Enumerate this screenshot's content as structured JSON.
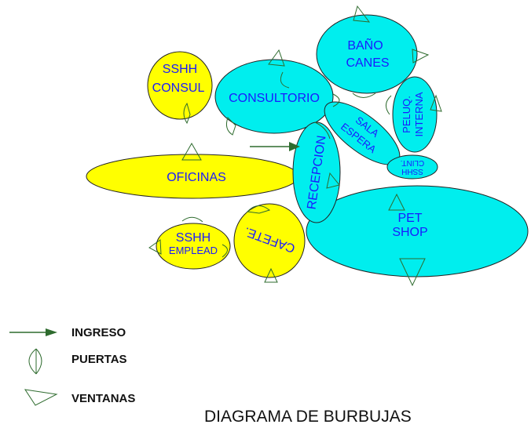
{
  "colors": {
    "yellow_bubble": "#ffff00",
    "cyan_bubble": "#00eeee",
    "label_text": "#1a1aff",
    "symbol": "#2e6b2e"
  },
  "bubbles": {
    "sshh_consul": [
      "SSHH",
      "CONSUL"
    ],
    "consultorio": [
      "CONSULTORIO"
    ],
    "bano_canes": [
      "BAÑO",
      "CANES"
    ],
    "peluq_interna": [
      "PELUQ.",
      "INTERNA"
    ],
    "sala_espera": [
      "SALA",
      "ESPERA"
    ],
    "sshh_clint": [
      "SSHH",
      "CLINT."
    ],
    "oficinas": [
      "OFICINAS"
    ],
    "recepcion": [
      "RECEPCION"
    ],
    "pet_shop": [
      "PET",
      "SHOP"
    ],
    "sshh_emplead": [
      "SSHH",
      "EMPLEAD"
    ],
    "cafete": [
      "CAFETE."
    ]
  },
  "legend": {
    "ingreso": "INGRESO",
    "puertas": "PUERTAS",
    "ventanas": "VENTANAS"
  },
  "title": "DIAGRAMA DE BURBUJAS"
}
